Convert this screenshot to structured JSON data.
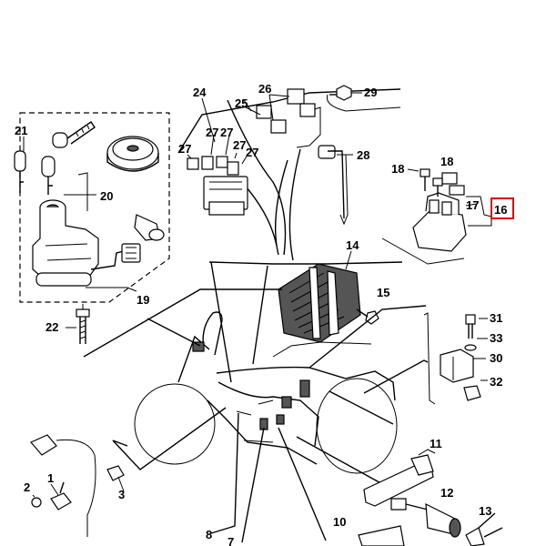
{
  "highlight_color": "#e00000",
  "highlighted_callout": "16",
  "callouts": {
    "c1": "1",
    "c2": "2",
    "c3": "3",
    "c7": "7",
    "c8": "8",
    "c10": "10",
    "c11": "11",
    "c12": "12",
    "c13": "13",
    "c14": "14",
    "c15": "15",
    "c16": "16",
    "c17": "17",
    "c18": "18",
    "c19": "19",
    "c20": "20",
    "c21": "21",
    "c22": "22",
    "c24": "24",
    "c25": "25",
    "c26": "26",
    "c27a": "27",
    "c27b": "27",
    "c27c": "27",
    "c27d": "27",
    "c27e": "27",
    "c28": "28",
    "c29": "29",
    "c30": "30",
    "c31": "31",
    "c32": "32",
    "c33": "33"
  }
}
